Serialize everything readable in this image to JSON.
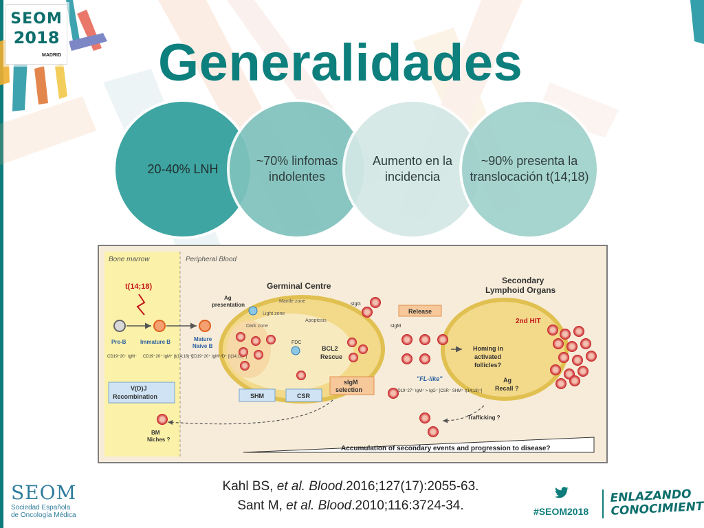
{
  "slide": {
    "title": "Generalidades",
    "event_logo": {
      "name": "SEOM",
      "year": "2018",
      "city": "MADRID"
    },
    "circles": [
      {
        "text": "20-40% LNH"
      },
      {
        "text": "~70% linfomas indolentes"
      },
      {
        "text": "Aumento en la incidencia"
      },
      {
        "text": "~90% presenta la translocación t(14;18)"
      }
    ],
    "figure": {
      "labels": {
        "bone_marrow": "Bone marrow",
        "peripheral_blood": "Peripheral Blood",
        "germinal_centre": "Germinal Centre",
        "secondary_organs_1": "Secondary",
        "secondary_organs_2": "Lymphoid Organs",
        "translocation": "t(14;18)",
        "pre_b": "Pre-B",
        "pre_b_markers": "CD19⁺20⁻ IgM⁻",
        "immature_b": "Immature B",
        "immature_markers": "CD19⁺20⁺ IgM⁺ [t(14;18)⁺]",
        "mature_naive_1": "Mature",
        "mature_naive_2": "Naive B",
        "mature_markers": "CD19⁺20⁺ IgM⁺/D⁺ [t(14;18)⁺]",
        "ag_presentation_1": "Ag",
        "ag_presentation_2": "presentation",
        "mantle_zone": "Mantle zone",
        "light_zone": "Light zone",
        "dark_zone": "Dark zone",
        "apoptosis": "Apoptosis",
        "fdc": "FDC",
        "bcl2_rescue_1": "BCL2",
        "bcl2_rescue_2": "Rescue",
        "release": "Release",
        "sigm_selection_1": "sIgM",
        "sigm_selection_2": "selection",
        "shm": "SHM",
        "csr": "CSR",
        "sigg": "sIgG",
        "sigm": "sIgM",
        "fl_like": "\"FL-like\"",
        "fl_like_markers": "CD19⁺27⁺ IgM⁺ > IgG⁺ [CSR⁺ SHM⁺ t(14;18)⁺]",
        "vdj_1": "V(D)J",
        "vdj_2": "Recombination",
        "bm_niches_1": "BM",
        "bm_niches_2": "Niches ?",
        "homing_1": "Homing in",
        "homing_2": "activated",
        "homing_3": "follicles?",
        "ag_recall_1": "Ag",
        "ag_recall_2": "Recall ?",
        "second_hit": "2nd HIT",
        "trafficking": "Trafficking ?",
        "accumulation": "Accumulation of secondary events and progression to disease?"
      }
    },
    "citations": [
      {
        "authors": "Kahl BS, ",
        "etal": "et al.",
        "journal": "Blood",
        "rest": ".2016;127(17):2055-63."
      },
      {
        "authors": "Sant M, ",
        "etal": "et al.",
        "journal": "Blood",
        "rest": ".2010;116:3724-34."
      }
    ],
    "footer": {
      "org_name": "SEOM",
      "org_full_1": "Sociedad Española",
      "org_full_2": "de Oncología Médica",
      "hashtag": "#SEOM2018",
      "slogan_1": "ENLAZANDO",
      "slogan_2": "CONOCIMIENTO"
    },
    "colors": {
      "teal": "#0d7f7d",
      "circle1": "#3ea5a2",
      "circle2": "#7fc2bd",
      "circle3": "#d3e8e5",
      "circle4": "#9fd1cc"
    }
  }
}
